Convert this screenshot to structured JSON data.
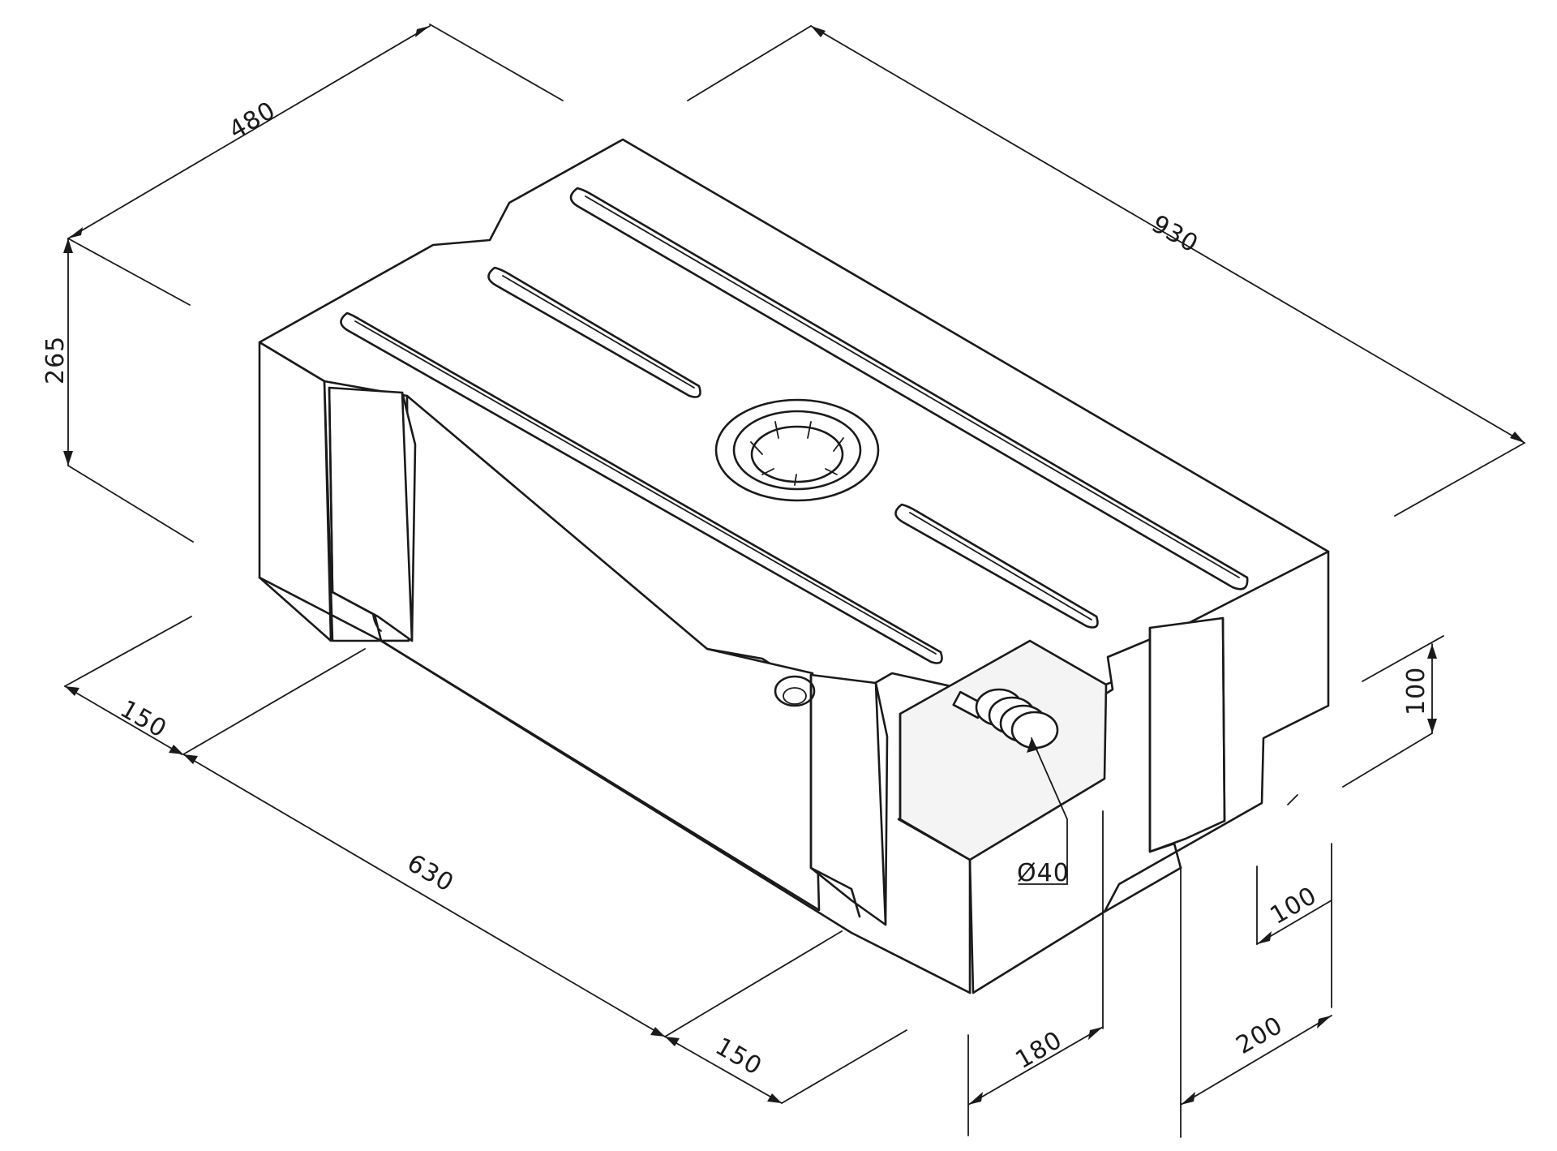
{
  "dimensions": {
    "depth": "480",
    "length": "930",
    "height": "265",
    "left_offset": "150",
    "middle_span": "630",
    "right_offset": "150",
    "outlet_width": "180",
    "outlet_diameter": "Ø40",
    "notch_height": "100",
    "notch_depth": "100",
    "end_width": "200"
  }
}
